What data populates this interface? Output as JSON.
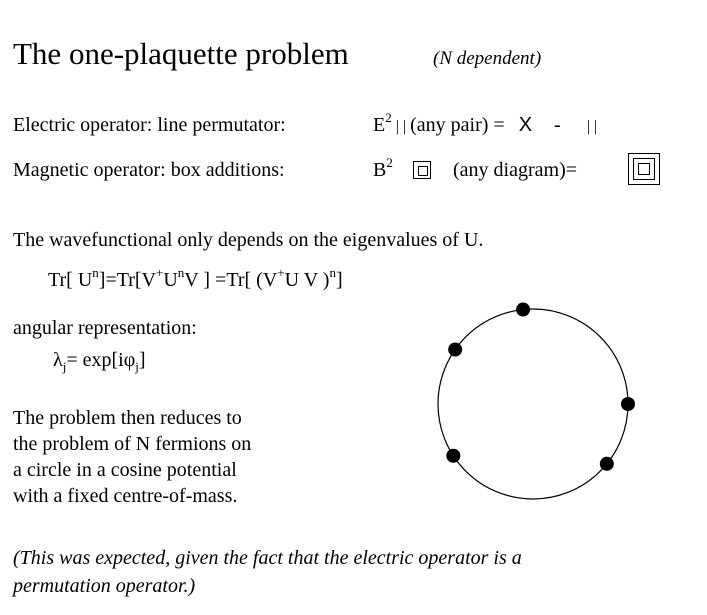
{
  "title": "The one-plaquette problem",
  "subtitle": "(N dependent)",
  "electric": {
    "label": "Electric operator: line permutator:",
    "op": "E",
    "exp": "2",
    "bars": "| |",
    "rhs": "(any pair) =",
    "cross": "X",
    "minus": "-",
    "bars2": "| |"
  },
  "magnetic": {
    "label": "Magnetic operator: box additions:",
    "op": "B",
    "exp": "2",
    "rhs": "(any diagram)="
  },
  "wave": "The wavefunctional only depends on the eigenvalues of U.",
  "trace": {
    "a": "Tr[ U",
    "n": "n",
    "b": "]=Tr[V",
    "plus": "+",
    "c": "U",
    "d": "V ] =Tr[ (V",
    "e": "U V )",
    "f": "]"
  },
  "angular": "angular representation:",
  "lambda": {
    "sym": "λ",
    "j": "j",
    "eq": "= exp[iφ",
    "end": "]"
  },
  "para": [
    "The problem then reduces to",
    "the problem of N fermions on",
    "a circle in a cosine potential",
    "with a fixed centre-of-mass."
  ],
  "note": [
    "(This was expected, given the fact that the electric operator is a",
    "permutation operator.)"
  ],
  "fermion_angles_deg": [
    96,
    145,
    0,
    213,
    321
  ]
}
